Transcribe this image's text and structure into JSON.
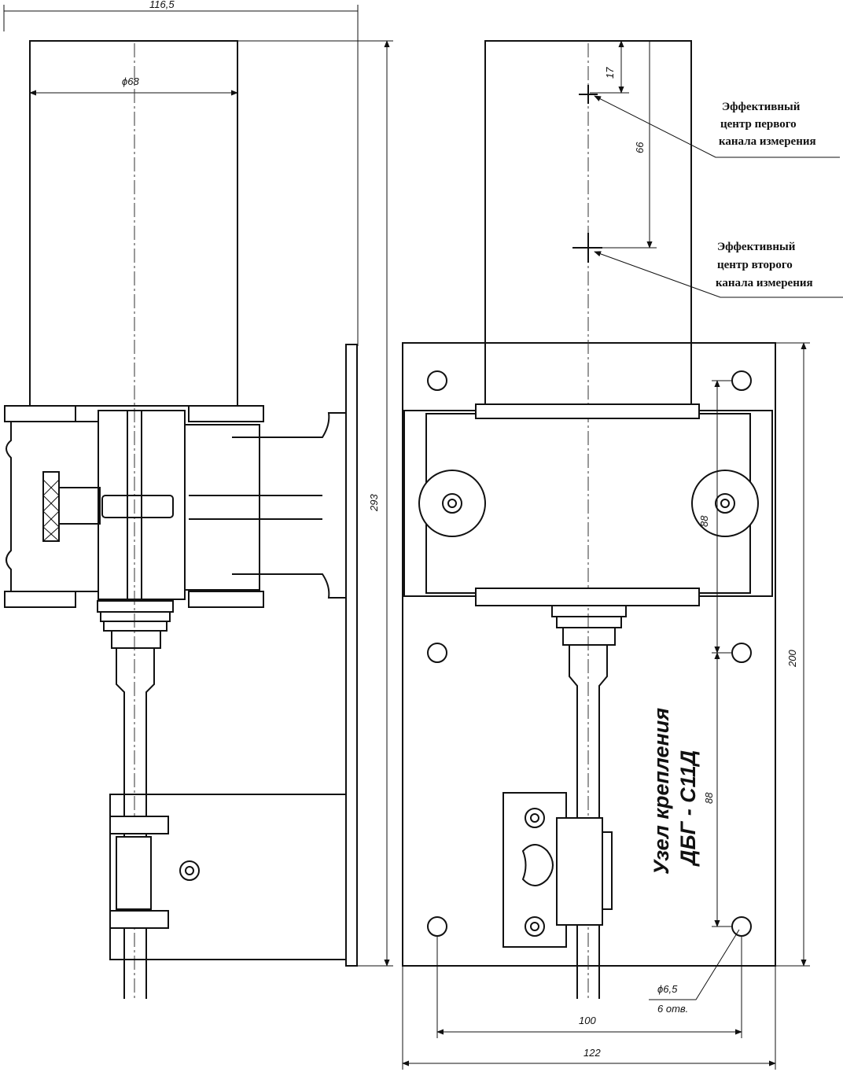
{
  "dimensions": {
    "left_width": "116,5",
    "cylinder_diameter": "ϕ68",
    "total_height": "293",
    "offset_17": "17",
    "offset_66": "66",
    "spacing_88_top": "88",
    "plate_height": "200",
    "spacing_88_side": "88",
    "hole_diameter": "ϕ6,5",
    "hole_count": "6 отв.",
    "hole_spacing": "100",
    "plate_width": "122"
  },
  "annotations": {
    "first_channel": [
      "Эффективный",
      "центр первого",
      "канала измерения"
    ],
    "second_channel": [
      "Эффективный",
      "центр второго",
      "канала измерения"
    ]
  },
  "title": {
    "line1": "Узел крепления",
    "line2": "ДБГ - С11Д"
  }
}
